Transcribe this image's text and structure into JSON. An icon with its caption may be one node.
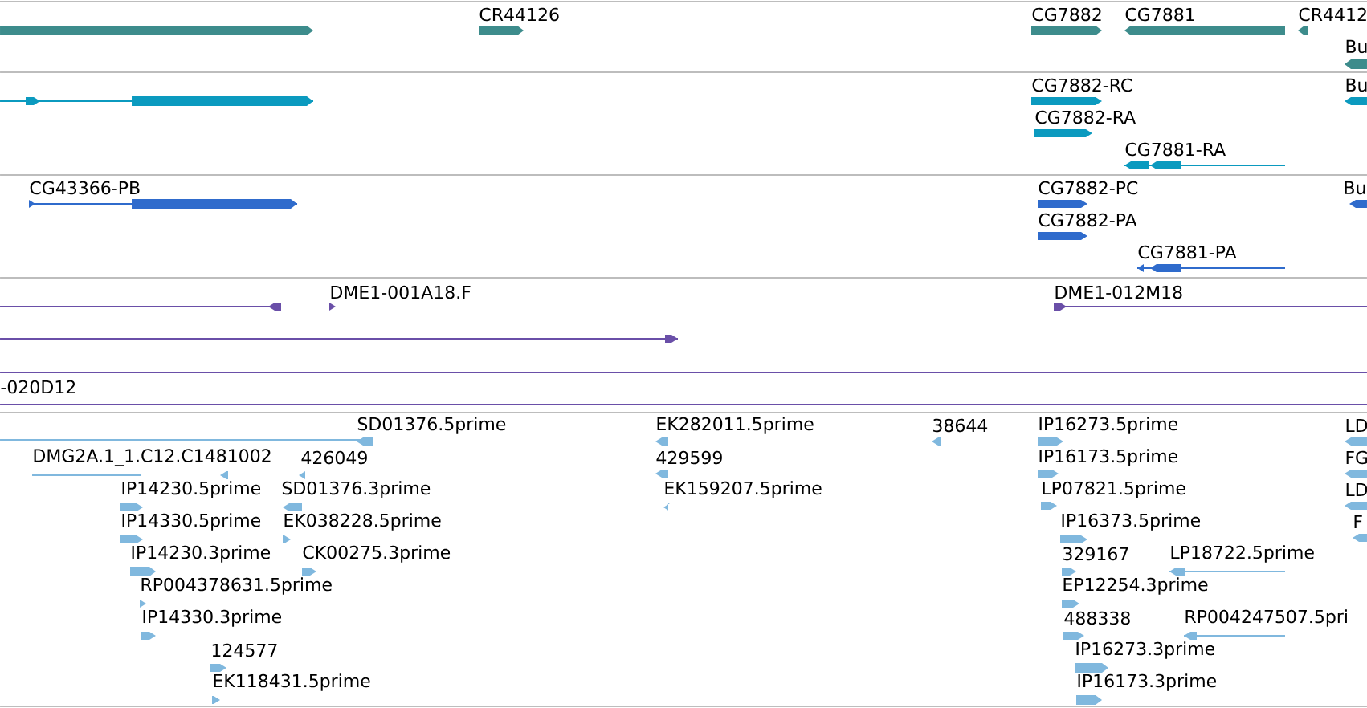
{
  "diagram": {
    "labels": [
      "CR44126",
      "CG7882",
      "CG7881",
      "CR4412",
      "Bu",
      "CG7882-RC",
      "Bu",
      "CG7882-RA",
      "CG7881-RA",
      "CG43366-PB",
      "CG7882-PC",
      "Bu",
      "CG7882-PA",
      "CG7881-PA",
      "DME1-001A18.F",
      "DME1-012M18",
      "-020D12",
      "SD01376.5prime",
      "EK282011.5prime",
      "38644",
      "IP16273.5prime",
      "LD",
      "DMG2A.1_1.C12.C1481002",
      "426049",
      "429599",
      "IP16173.5prime",
      "FG",
      "IP14230.5prime",
      "SD01376.3prime",
      "EK159207.5prime",
      "LP07821.5prime",
      "LD",
      "IP14330.5prime",
      "EK038228.5prime",
      "IP16373.5prime",
      "F",
      "IP14230.3prime",
      "CK00275.3prime",
      "329167",
      "LP18722.5prime",
      "RP004378631.5prime",
      "EP12254.3prime",
      "IP14330.3prime",
      "488338",
      "RP004247507.5pri",
      "124577",
      "IP16273.3prime",
      "EK118431.5prime",
      "IP16173.3prime"
    ]
  }
}
